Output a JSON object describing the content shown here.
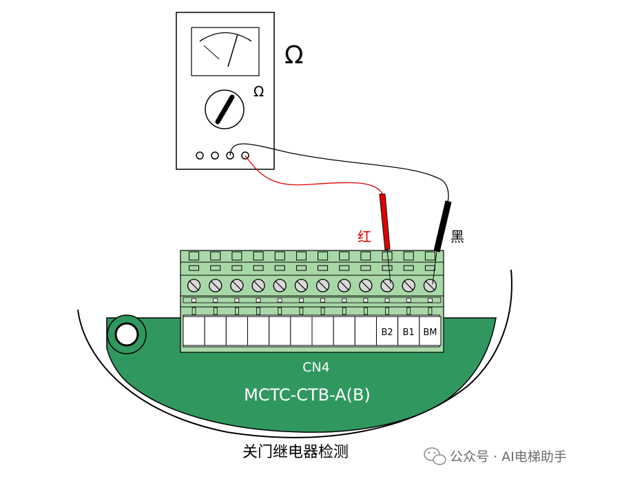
{
  "meter": {
    "unit_large": "Ω",
    "unit_small": "Ω"
  },
  "probes": {
    "red_label": "红",
    "black_label": "黑"
  },
  "terminals": {
    "count": 12,
    "labels": [
      "",
      "",
      "",
      "",
      "",
      "",
      "",
      "",
      "",
      "B2",
      "B1",
      "BM"
    ]
  },
  "board": {
    "connector": "CN4",
    "model": "MCTC-CTB-A(B)"
  },
  "caption": "关门继电器检测",
  "watermark": {
    "text": "公众号 · AI电梯助手"
  },
  "colors": {
    "board": "#30985f",
    "terminal": "#a9d8a8",
    "red": "#e00000",
    "black": "#000000"
  }
}
